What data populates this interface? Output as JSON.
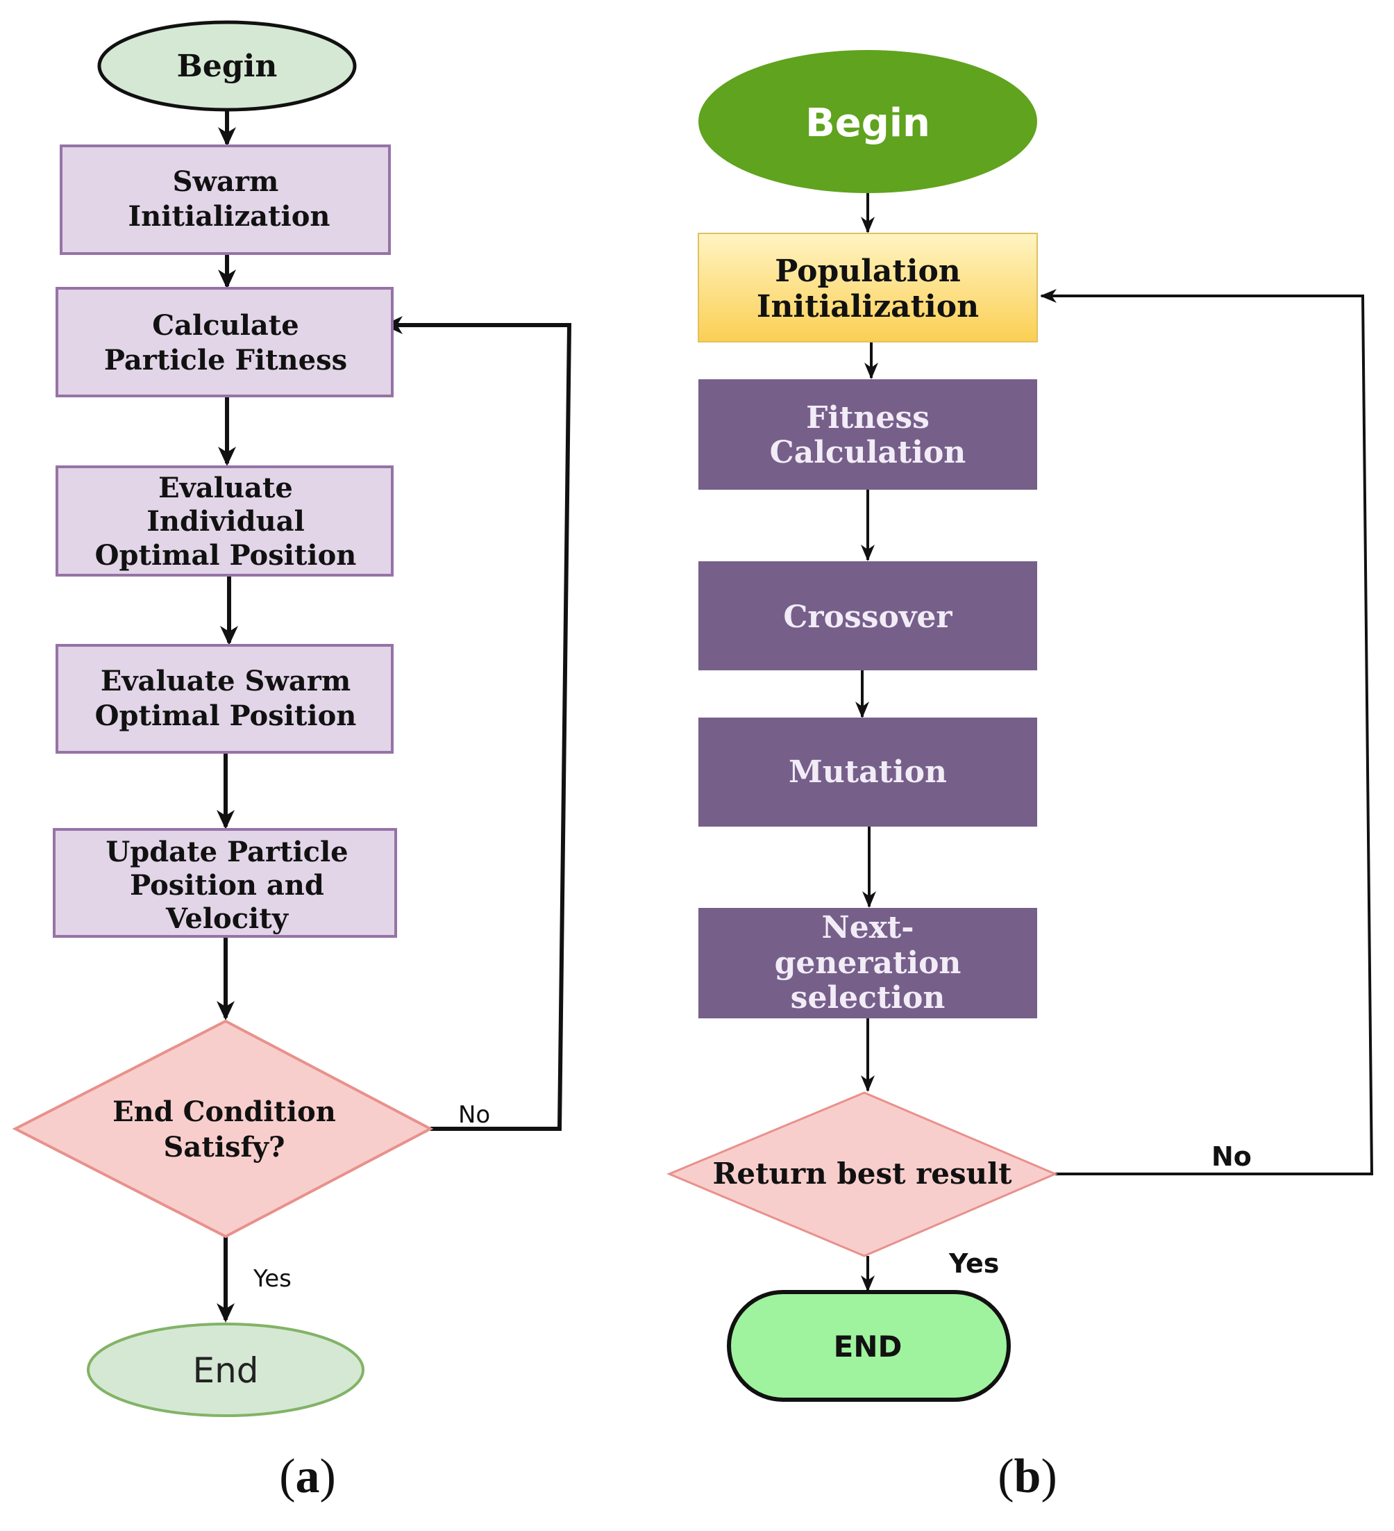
{
  "flowchart_a": {
    "begin": "Begin",
    "swarm_init": [
      "Swarm",
      "Initialization"
    ],
    "calc_fitness": [
      "Calculate",
      "Particle Fitness"
    ],
    "eval_individual": [
      "Evaluate",
      "Individual",
      "Optimal Position"
    ],
    "eval_swarm": [
      "Evaluate Swarm",
      "Optimal Position"
    ],
    "update": [
      "Update Particle",
      "Position and",
      "Velocity"
    ],
    "decision": [
      "End Condition",
      "Satisfy?"
    ],
    "no_label": "No",
    "yes_label": "Yes",
    "end": "End",
    "caption_open": "(",
    "caption_letter": "a",
    "caption_close": ")"
  },
  "flowchart_b": {
    "begin": "Begin",
    "pop_init": [
      "Population",
      "Initialization"
    ],
    "fitness": [
      "Fitness",
      "Calculation"
    ],
    "crossover": "Crossover",
    "mutation": "Mutation",
    "selection": [
      "Next-",
      "generation",
      "selection"
    ],
    "decision": "Return best result",
    "no_label": "No",
    "yes_label": "Yes",
    "end": "END",
    "caption_open": "(",
    "caption_letter": "b",
    "caption_close": ")"
  },
  "colors": {
    "a_terminal_fill": "#d5e8d4",
    "a_process_fill": "#e1d5e7",
    "a_process_stroke": "#9673a6",
    "decision_fill": "#f8cecc",
    "decision_stroke": "#e8918c",
    "b_begin_fill": "#5fa31e",
    "b_init_fill": "#fde08a",
    "b_process_fill": "#76608a",
    "b_end_fill": "#9ff29e"
  }
}
